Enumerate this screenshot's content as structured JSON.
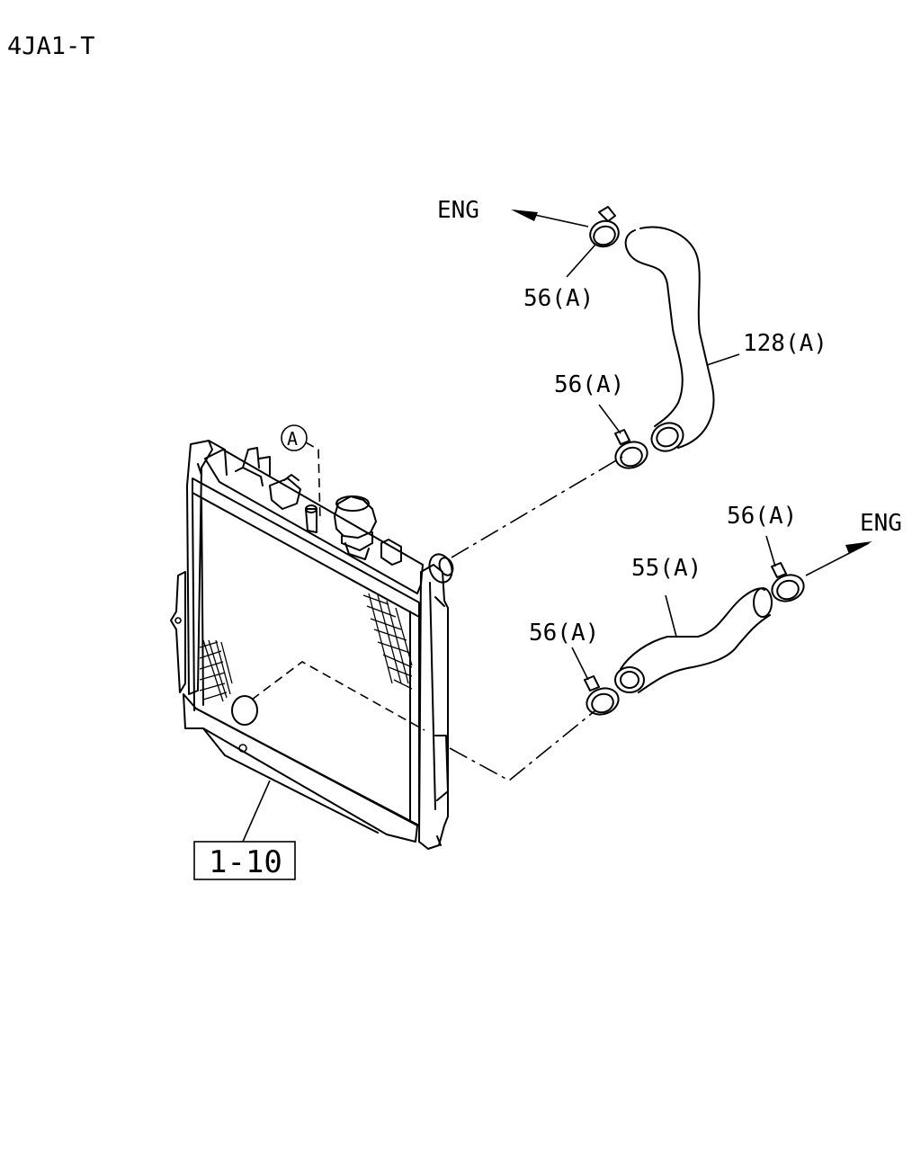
{
  "header": {
    "model_code": "4JA1-T"
  },
  "callouts": {
    "clamp_upper_engine": "56(A)",
    "upper_hose": "128(A)",
    "clamp_upper_radiator": "56(A)",
    "clamp_lower_engine": "56(A)",
    "lower_hose": "55(A)",
    "clamp_lower_radiator": "56(A)",
    "radiator_ref": "1-10",
    "ref_circle": "A"
  },
  "direction_labels": {
    "upper_engine": "ENG",
    "lower_engine": "ENG"
  }
}
